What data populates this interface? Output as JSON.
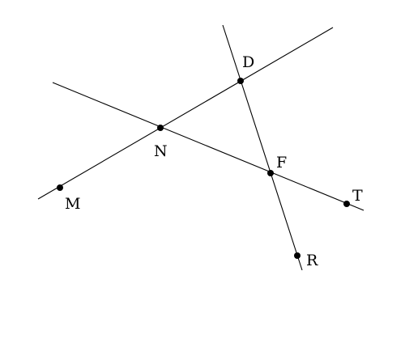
{
  "diagram": {
    "lines": [
      {
        "id": "line-MD"
      },
      {
        "id": "line-NT"
      },
      {
        "id": "line-DR"
      }
    ],
    "points": [
      {
        "id": "D",
        "label": "D"
      },
      {
        "id": "N",
        "label": "N"
      },
      {
        "id": "F",
        "label": "F"
      },
      {
        "id": "M",
        "label": "M"
      },
      {
        "id": "T",
        "label": "T"
      },
      {
        "id": "R",
        "label": "R"
      }
    ]
  }
}
